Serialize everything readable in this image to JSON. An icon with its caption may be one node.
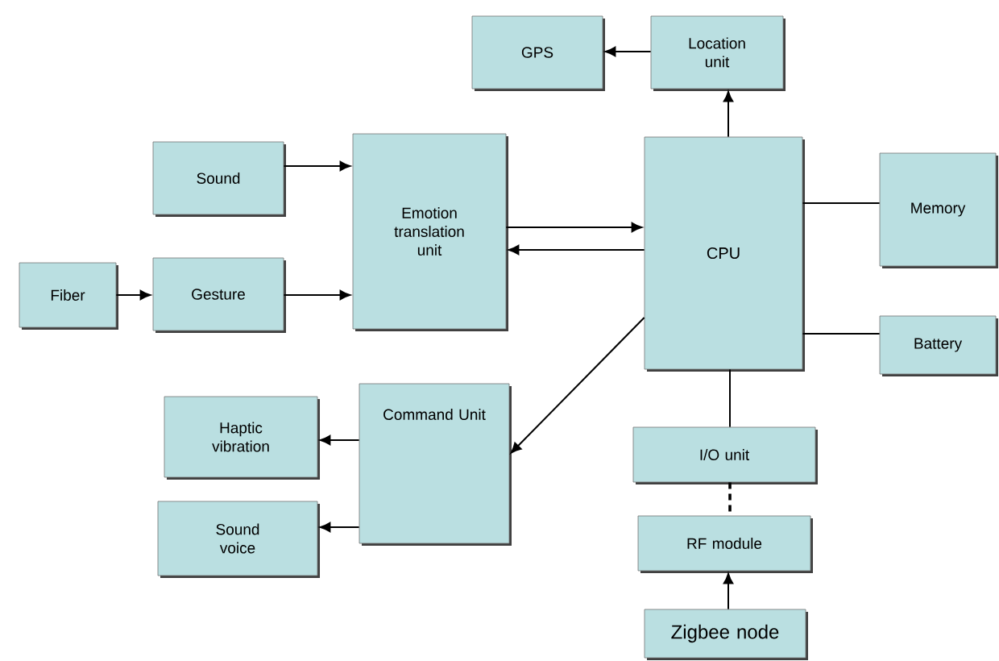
{
  "diagram": {
    "nodes": [
      {
        "text": [
          "GPS"
        ]
      },
      {
        "text": [
          "Location unit"
        ]
      },
      {
        "text": [
          "Sound"
        ]
      },
      {
        "text": [
          "Emotion translation unit"
        ]
      },
      {
        "text": [
          "Fiber"
        ]
      },
      {
        "text": [
          "Gesture"
        ]
      },
      {
        "text": [
          "CPU"
        ]
      },
      {
        "text": [
          "Memory"
        ]
      },
      {
        "text": [
          "Battery"
        ]
      },
      {
        "text": [
          "Haptic vibration"
        ]
      },
      {
        "text": [
          "Command Unit"
        ]
      },
      {
        "text": [
          "Sound voice"
        ]
      },
      {
        "text": [
          "I/O unit"
        ]
      },
      {
        "text": [
          "RF module"
        ]
      },
      {
        "text": [
          "Zigbee node"
        ]
      }
    ],
    "edges": [
      {
        "from": 1,
        "to": 0,
        "arrow": "to"
      },
      {
        "from": 6,
        "to": 1,
        "arrow": "to"
      },
      {
        "from": 2,
        "to": 3,
        "arrow": "to"
      },
      {
        "from": 4,
        "to": 5,
        "arrow": "to"
      },
      {
        "from": 5,
        "to": 3,
        "arrow": "to"
      },
      {
        "from": 3,
        "to": 6,
        "arrow": "to"
      },
      {
        "from": 6,
        "to": 3,
        "arrow": "to"
      },
      {
        "from": 6,
        "to": 7,
        "arrow": "none"
      },
      {
        "from": 6,
        "to": 8,
        "arrow": "none"
      },
      {
        "from": 6,
        "to": 10,
        "arrow": "to"
      },
      {
        "from": 10,
        "to": 9,
        "arrow": "to"
      },
      {
        "from": 10,
        "to": 11,
        "arrow": "to"
      },
      {
        "from": 6,
        "to": 12,
        "arrow": "none"
      },
      {
        "from": 12,
        "to": 13,
        "arrow": "none",
        "style": "dashed"
      },
      {
        "from": 14,
        "to": 13,
        "arrow": "to"
      }
    ]
  }
}
